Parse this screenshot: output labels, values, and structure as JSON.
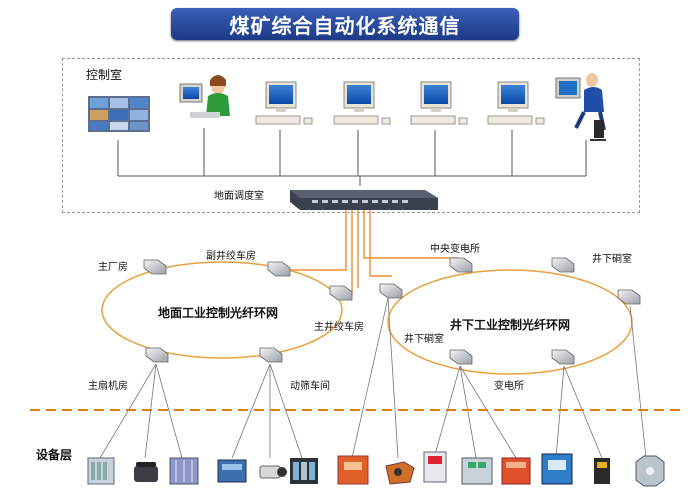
{
  "title": "煤矿综合自动化系统通信",
  "control_room": {
    "label": "控制室",
    "dispatch_label": "地面调度室"
  },
  "surface_ring": {
    "label": "地面工业控制光纤环网",
    "nodes": [
      "主厂房",
      "副井绞车房",
      "主井绞车房",
      "主扇机房",
      "动筛车间"
    ]
  },
  "underground_ring": {
    "label": "井下工业控制光纤环网",
    "nodes": [
      "中央变电所",
      "井下硐室",
      "井下硐室",
      "变电所"
    ]
  },
  "device_layer": {
    "label": "设备层"
  },
  "colors": {
    "title_bg": "#1d3a86",
    "ring_line": "#e8a040",
    "fiber_line": "#e89030",
    "equipment_divider": "#e07a1a"
  }
}
